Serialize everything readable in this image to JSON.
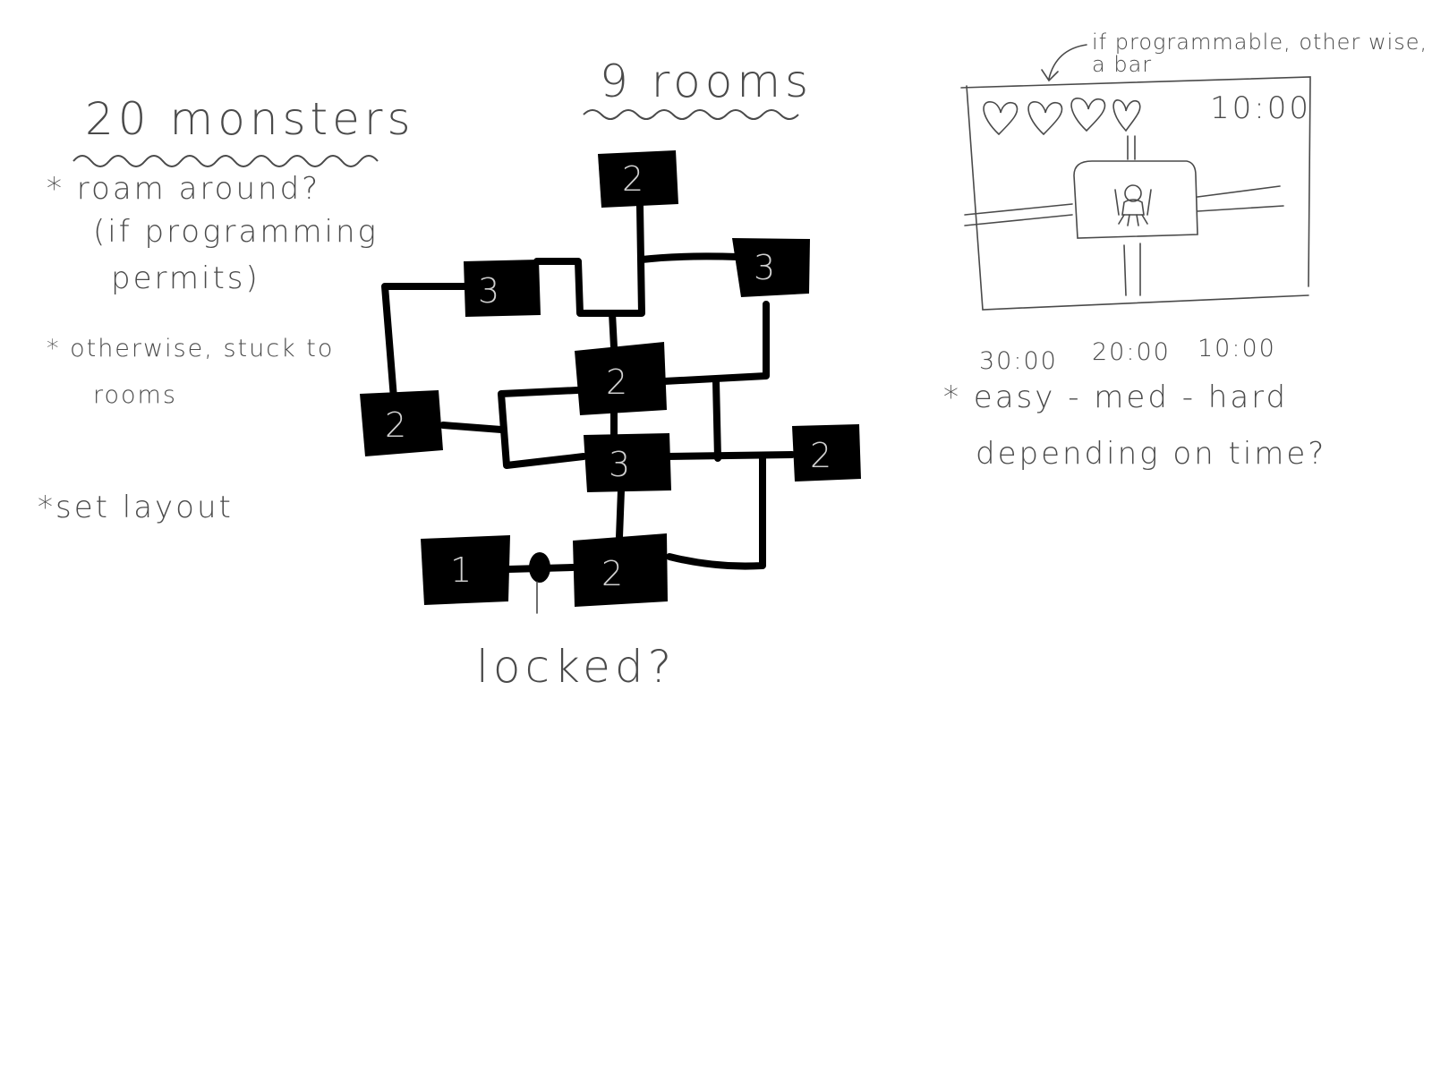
{
  "notes": {
    "monsters_title": "20 monsters",
    "bullet_1": "* roam around?",
    "bullet_1_line2": "(if programming",
    "bullet_1_line3": "permits)",
    "bullet_2": "* otherwise, stuck to",
    "bullet_2_line2": "rooms",
    "bullet_3": "*set layout"
  },
  "map": {
    "title": "9 rooms",
    "rooms": [
      {
        "label": "2"
      },
      {
        "label": "3"
      },
      {
        "label": "3"
      },
      {
        "label": "2"
      },
      {
        "label": "2"
      },
      {
        "label": "3"
      },
      {
        "label": "2"
      },
      {
        "label": "1"
      },
      {
        "label": "2"
      }
    ],
    "locked_label": "locked?"
  },
  "hud": {
    "annotation_line1": "if programmable, other wise,",
    "annotation_line2": "a bar",
    "timer": "10:00",
    "hearts": [
      "heart",
      "heart",
      "heart",
      "heart"
    ]
  },
  "difficulty": {
    "times": [
      "30:00",
      "20:00",
      "10:00"
    ],
    "note_line1": "* easy - med - hard",
    "note_line2": "depending on time?"
  }
}
